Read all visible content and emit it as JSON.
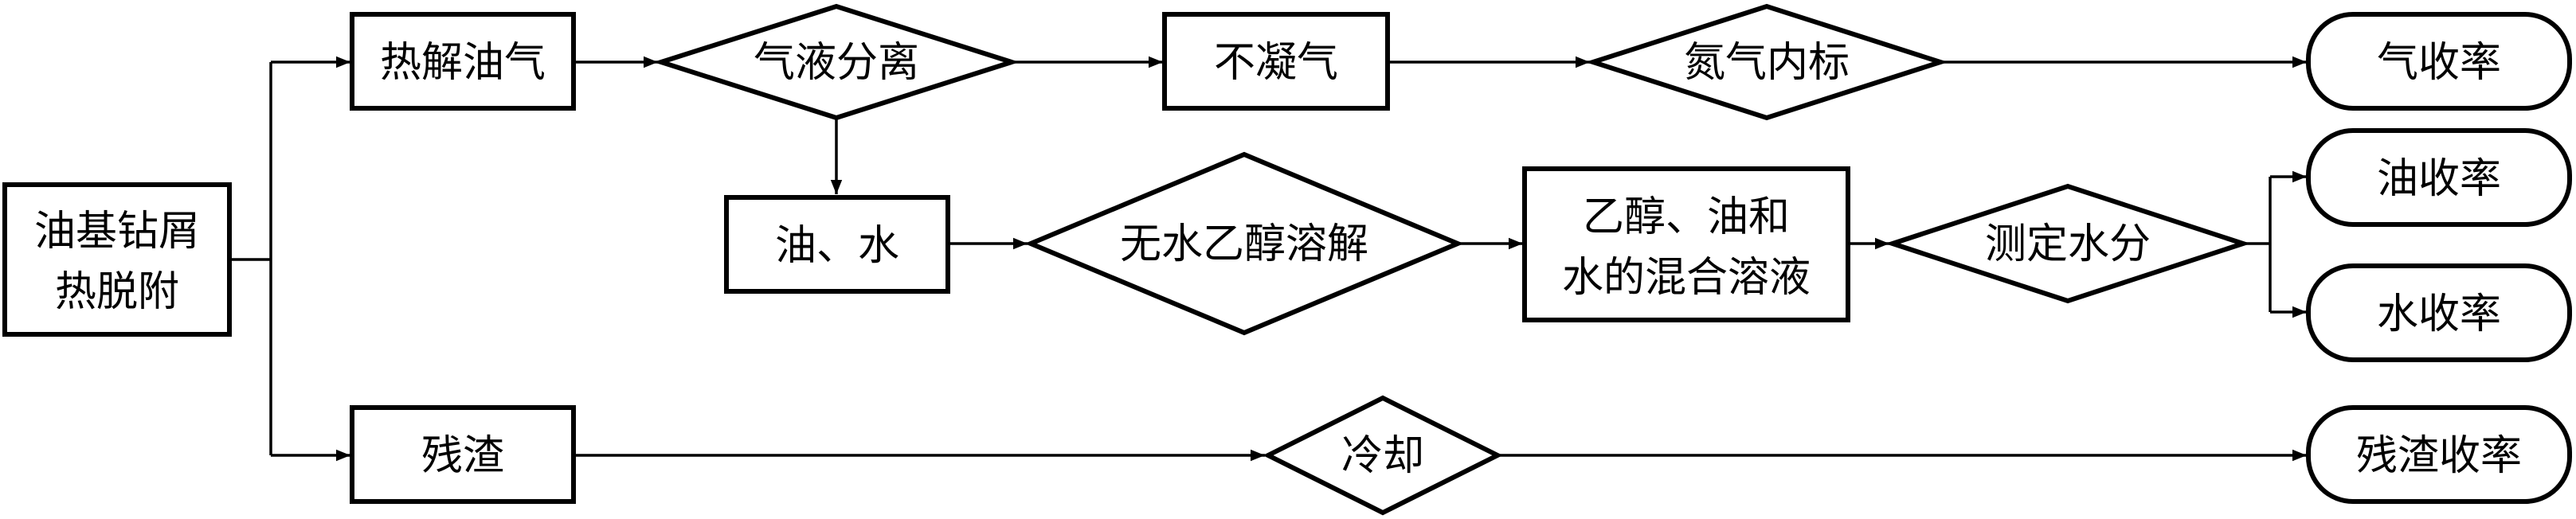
{
  "nodes": {
    "start": [
      "油基钻屑",
      "热脱附"
    ],
    "pyrolysis_gas": "热解油气",
    "gas_liquid_sep": "气液分离",
    "noncondensable": "不凝气",
    "nitrogen_standard": "氮气内标",
    "gas_yield": "气收率",
    "oil_water": "油、水",
    "ethanol_dissolve": "无水乙醇溶解",
    "mixture": [
      "乙醇、油和",
      "水的混合溶液"
    ],
    "measure_water": "测定水分",
    "oil_yield": "油收率",
    "water_yield": "水收率",
    "residue": "残渣",
    "cooling": "冷却",
    "residue_yield": "残渣收率"
  }
}
